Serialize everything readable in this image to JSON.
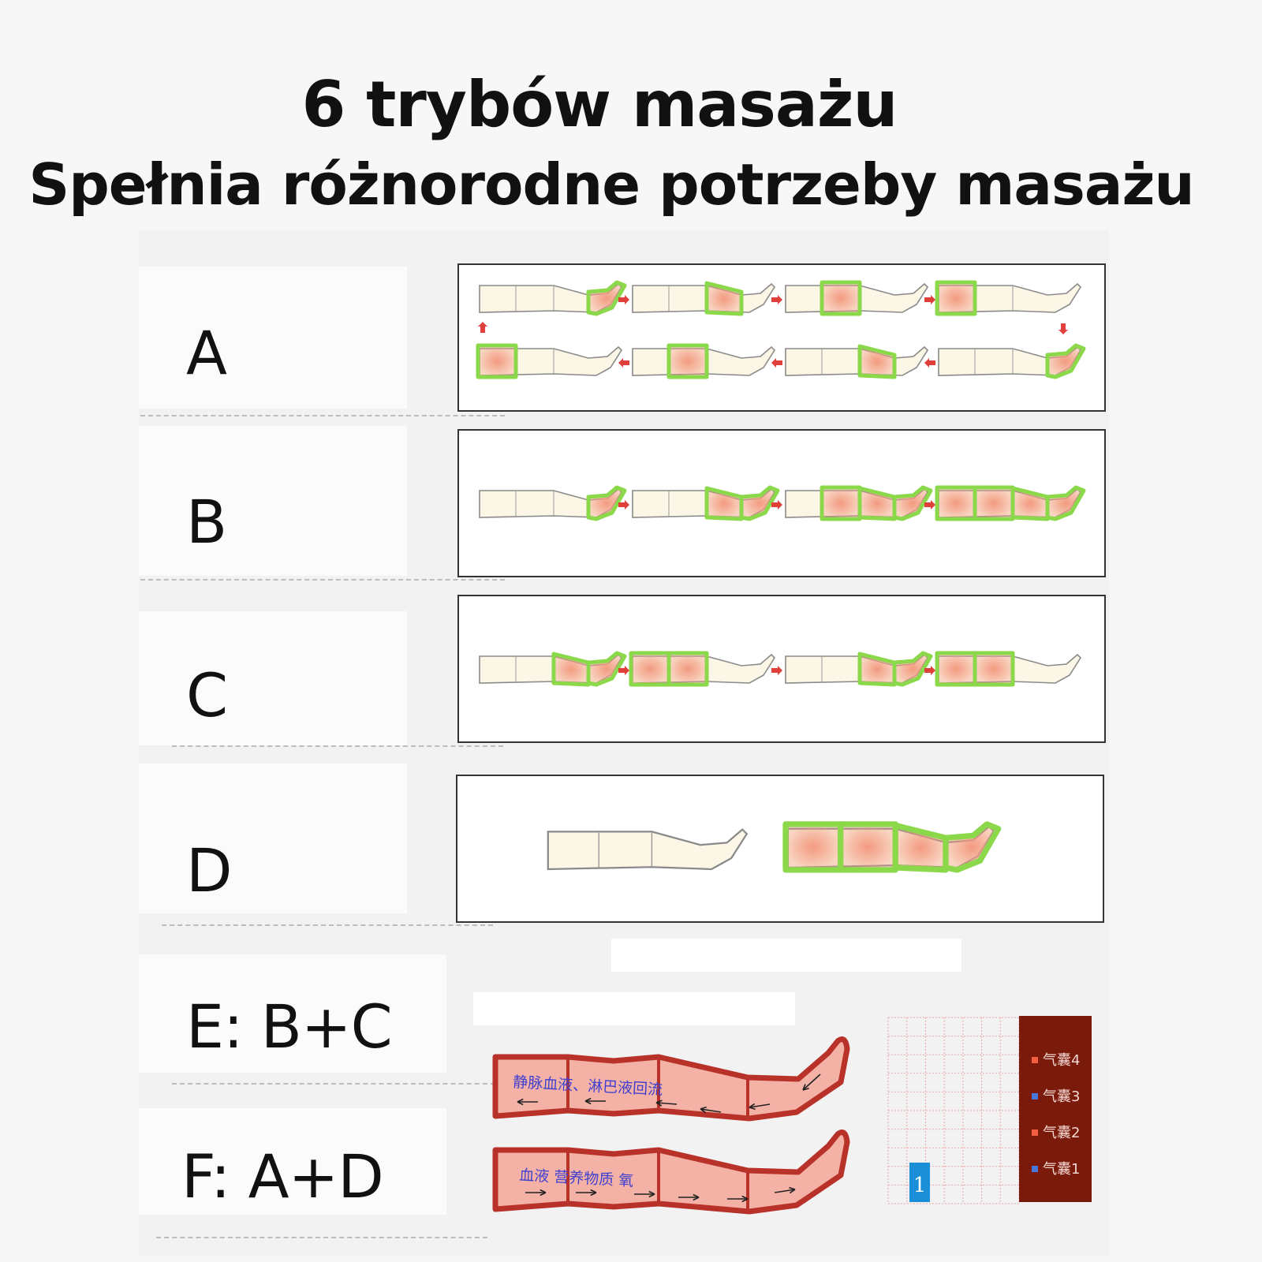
{
  "title": {
    "line1": "6 trybów masażu",
    "line2": "Spełnia różnorodne potrzeby masażu"
  },
  "modes": [
    {
      "id": "A",
      "label": "A"
    },
    {
      "id": "B",
      "label": "B"
    },
    {
      "id": "C",
      "label": "C"
    },
    {
      "id": "D",
      "label": "D"
    },
    {
      "id": "E",
      "label": "E: B+C"
    },
    {
      "id": "F",
      "label": "F: A+D"
    }
  ],
  "circulation": {
    "top_leg_text": "静脉血液、淋巴液回流",
    "bottom_leg_text": "血液 营养物质 氧",
    "legend": [
      "气囊4",
      "气囊3",
      "气囊2",
      "气囊1"
    ],
    "counter": "1"
  },
  "colors": {
    "active_glow": "#f39a80",
    "chamber_green": "#8bd84a",
    "leg_fill": "#fbf6e6",
    "arrow_red": "#e0403a",
    "legend_bg": "#7a1a0a",
    "leg_red": "#b8322a",
    "leg_pink": "#f4b2a6",
    "counter_blue": "#1a8fd8"
  }
}
